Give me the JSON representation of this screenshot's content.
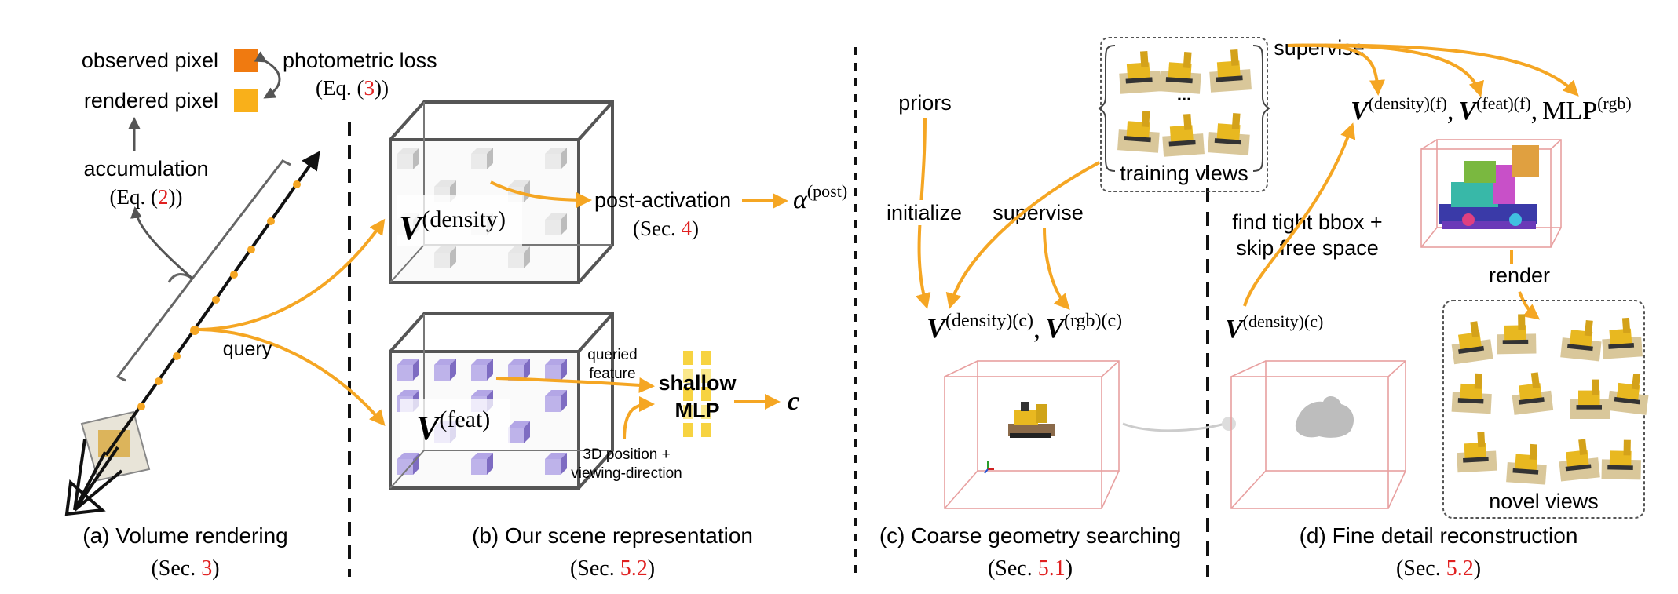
{
  "colors": {
    "accent_orange": "#f5a623",
    "observed_pixel": "#f07a10",
    "rendered_pixel": "#f9b01a",
    "link_red": "#e02020",
    "feat_cube": "#8f7fc9",
    "density_cube": "#c9c9c9",
    "bbox_red": "#e8a0a0"
  },
  "panel_a": {
    "observed_pixel": "observed pixel",
    "rendered_pixel": "rendered pixel",
    "photometric_loss": "photometric loss",
    "photometric_eq_pre": "(Eq. (",
    "photometric_eq_num": "3",
    "photometric_eq_post": "))",
    "accumulation": "accumulation",
    "accumulation_eq_pre": "(Eq. (",
    "accumulation_eq_num": "2",
    "accumulation_eq_post": "))",
    "query": "query",
    "caption": "(a) Volume rendering",
    "sec_pre": "(Sec. ",
    "sec_num": "3",
    "sec_post": ")"
  },
  "panel_b": {
    "density_symbol": "V",
    "density_sup": "(density)",
    "feat_symbol": "V",
    "feat_sup": "(feat)",
    "post_activation": "post-activation",
    "post_sec_pre": "(Sec. ",
    "post_sec_num": "4",
    "post_sec_post": ")",
    "alpha_symbol": "α",
    "alpha_sup": "(post)",
    "queried_feature_1": "queried",
    "queried_feature_2": "feature",
    "shallow": "shallow",
    "mlp": "MLP",
    "position_1": "3D position +",
    "position_2": "viewing-direction",
    "c_symbol": "c",
    "caption": "(b) Our scene representation",
    "sec_pre": "(Sec. ",
    "sec_num": "5.2",
    "sec_post": ")"
  },
  "panel_c": {
    "priors": "priors",
    "initialize": "initialize",
    "supervise": "supervise",
    "training_views": "training views",
    "ellipsis": "...",
    "v_density_symbol": "V",
    "v_density_sup": "(density)(c)",
    "comma": ",",
    "v_rgb_symbol": "V",
    "v_rgb_sup": "(rgb)(c)",
    "caption": "(c) Coarse geometry searching",
    "sec_pre": "(Sec. ",
    "sec_num": "5.1",
    "sec_post": ")"
  },
  "panel_d": {
    "supervise": "supervise",
    "find_bbox_1": "find tight bbox +",
    "find_bbox_2": "skip free space",
    "v_density_c_symbol": "V",
    "v_density_c_sup": "(density)(c)",
    "v_density_f_symbol": "V",
    "v_density_f_sup": "(density)(f)",
    "comma": ",",
    "v_feat_f_symbol": "V",
    "v_feat_f_sup": "(feat)(f)",
    "mlp_symbol": "MLP",
    "mlp_sup": "(rgb)",
    "render": "render",
    "novel_views": "novel views",
    "caption": "(d) Fine detail reconstruction",
    "sec_pre": "(Sec. ",
    "sec_num": "5.2",
    "sec_post": ")"
  }
}
